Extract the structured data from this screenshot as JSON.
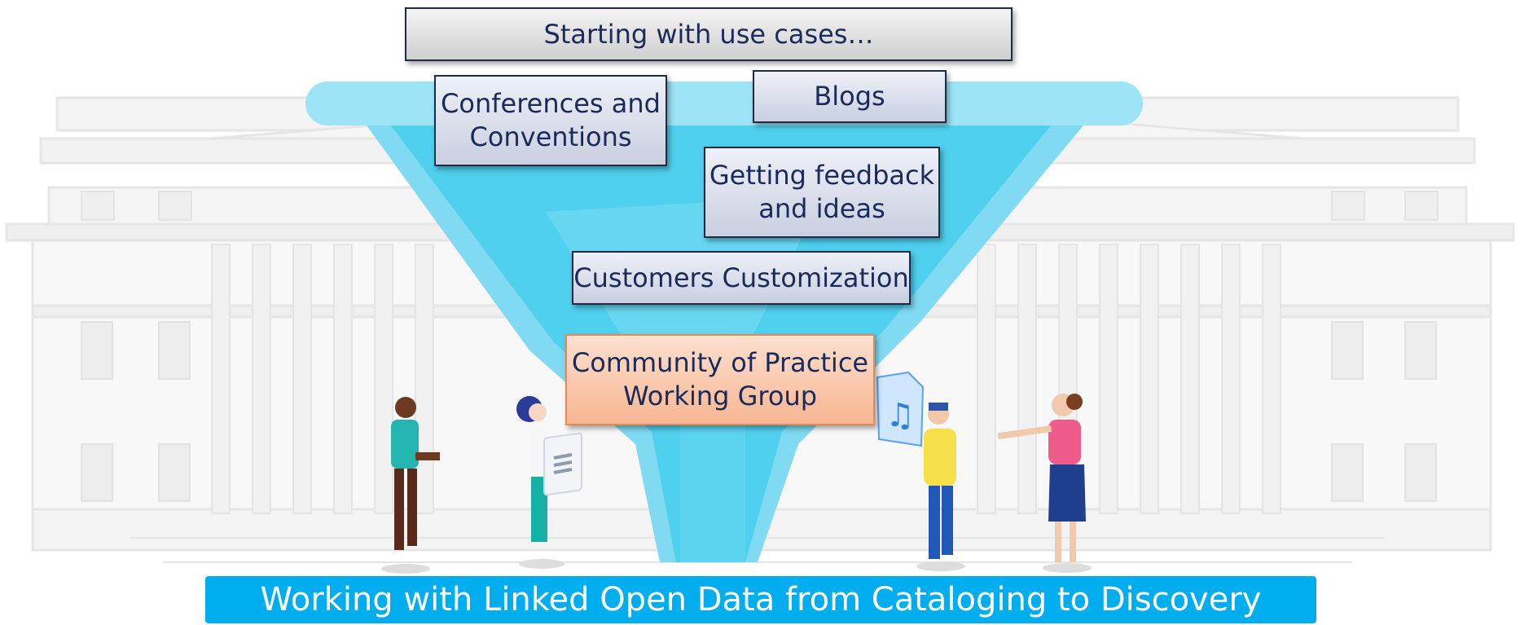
{
  "title": "Starting with use cases…",
  "use_cases": [
    {
      "label": "Conferences and\nConventions"
    },
    {
      "label": "Blogs"
    },
    {
      "label": "Getting feedback\nand ideas"
    },
    {
      "label": "Customers Customization"
    },
    {
      "label": "Community of Practice\nWorking Group"
    }
  ],
  "banner": "Working with Linked Open Data from Cataloging to Discovery",
  "colors": {
    "funnel": "#4fd0ee",
    "funnel_light": "#9de4f6",
    "banner": "#00aeef",
    "highlight_box": "#f9c2a2",
    "text": "#1a2a5a"
  },
  "icons": [
    "building-illustration",
    "funnel-illustration",
    "document-icon",
    "music-note-icon",
    "person-illustration"
  ]
}
